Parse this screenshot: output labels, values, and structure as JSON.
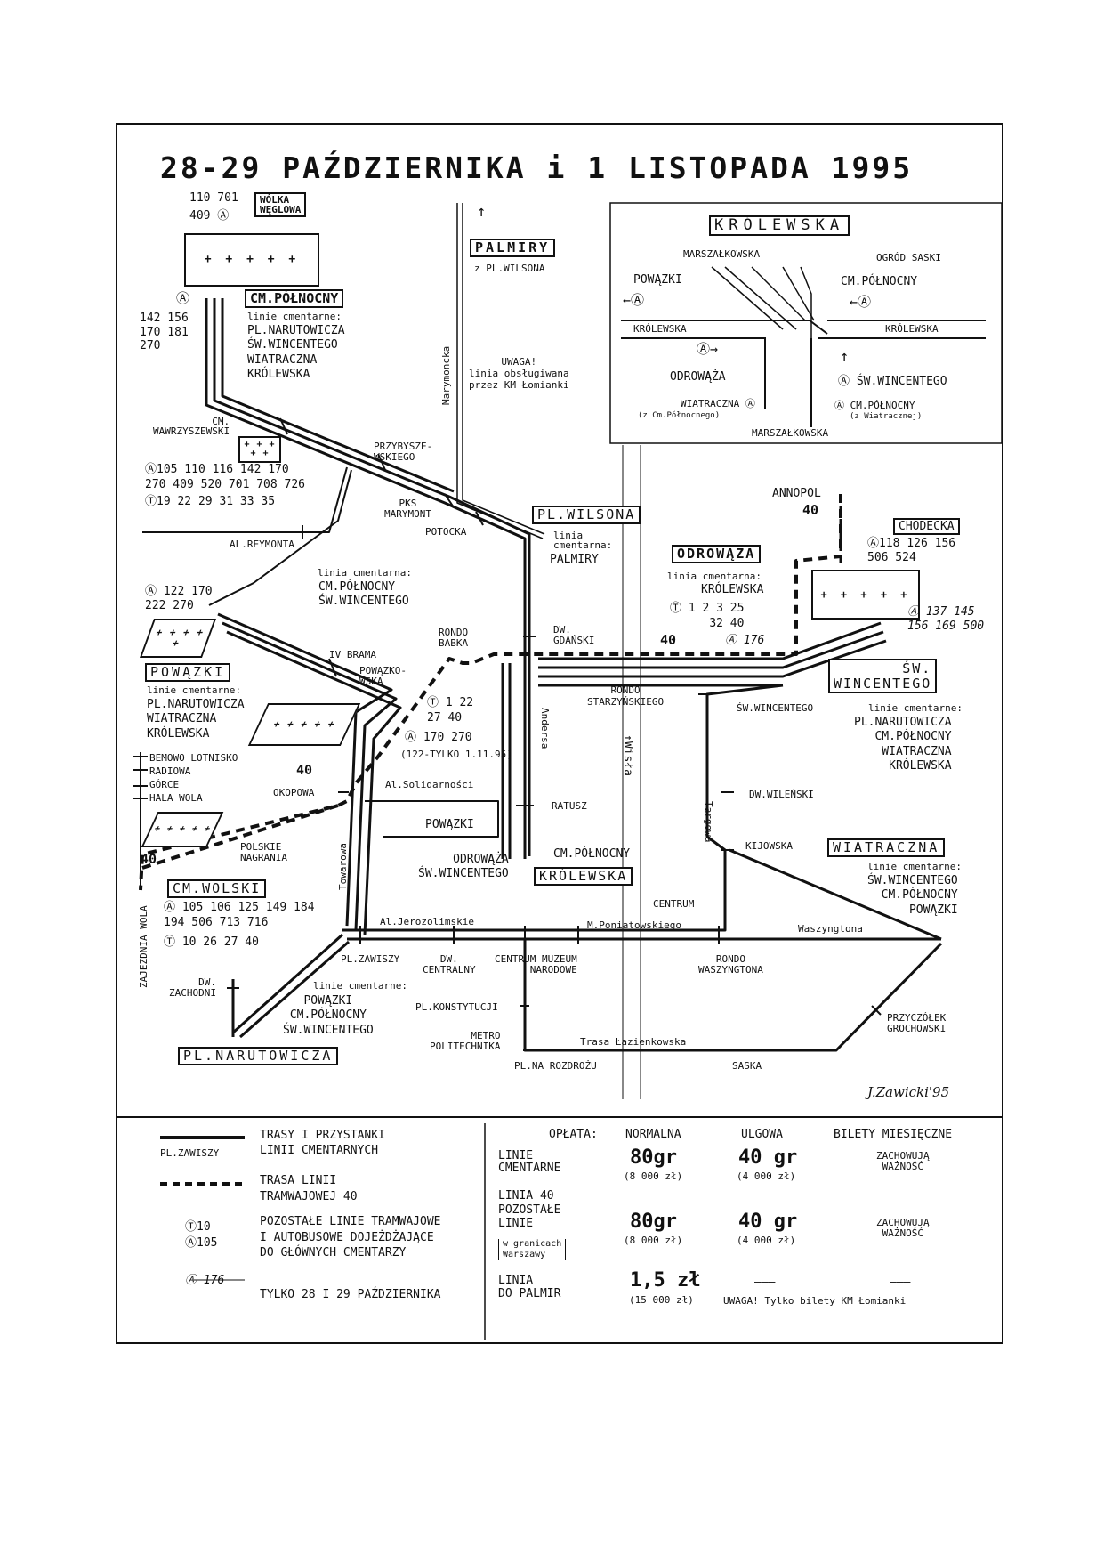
{
  "title": "28-29 PAŹDZIERNIKA i 1 LISTOPADA 1995",
  "signature": "J.Zawicki'95",
  "cemetery_symbol": "+ + + + +",
  "inset": {
    "title": "KRÓLEWSKA",
    "marszalkowska_top": "MARSZAŁKOWSKA",
    "ogrod_saski": "OGRÓD SASKI",
    "powazki": "POWĄZKI",
    "arrow_left_a": "←Ⓐ",
    "cm_polnocny": "CM.PÓŁNOCNY",
    "arrow_left_a2": "←Ⓐ",
    "krolewska_left": "KRÓLEWSKA",
    "krolewska_right": "KRÓLEWSKA",
    "a_right": "Ⓐ→",
    "odrowaza": "ODROWĄŻA",
    "up_arrow": "↑",
    "a_wincentego": "Ⓐ ŚW.WINCENTEGO",
    "wiatraczna": "WIATRACZNA Ⓐ",
    "z_cm_polnocnego": "(z Cm.Północnego)",
    "a_cm_polnocny": "Ⓐ CM.PÓŁNOCNY",
    "z_wiatracznej": "(z Wiatracznej)",
    "marszalkowska_bottom": "MARSZAŁKOWSKA"
  },
  "palmiry": {
    "name": "PALMIRY",
    "arrow": "↑",
    "from": "z PL.WILSONA"
  },
  "uwaga_lomianki": "UWAGA!\nlinia obsługiwana\nprzez KM Łomianki",
  "marymoncka": "Marymoncka",
  "wolka": {
    "name": "WÓLKA\nWĘGLOWA",
    "lines1": "110 701",
    "lines2": "409 Ⓐ"
  },
  "cm_polnocny": {
    "name": "CM.PÓŁNOCNY",
    "symbol": "Ⓐ",
    "bus_lines": "142 156\n170 181\n270",
    "cem_lines_label": "linie cmentarne:",
    "cem_lines": "PL.NARUTOWICZA\nŚW.WINCENTEGO\nWIATRACZNA\nKRÓLEWSKA"
  },
  "cm_wawrzyszewski": {
    "name": "CM.\nWAWRZYSZEWSKI",
    "bus": "Ⓐ105 110 116 142 170\n270 409 520 701 708 726",
    "tram": "Ⓣ19 22 29 31 33 35"
  },
  "przybyszewskiego": "PRZYBYSZE-\nWSKIEGO",
  "pks_marymont": "PKS\nMARYMONT",
  "potocka": "POTOCKA",
  "al_reymonta": "AL.REYMONTA",
  "pl_wilsona": {
    "name": "PL.WILSONA",
    "cem_label": "linia\ncmentarna:",
    "cem_line": "PALMIRY"
  },
  "annopol": {
    "name": "ANNOPOL",
    "line": "40"
  },
  "chodecka": {
    "name": "CHODECKA",
    "bus": "Ⓐ118 126 156\n506 524"
  },
  "odrowaza": {
    "name": "ODROWĄŻA",
    "cem_label": "linia cmentarna:",
    "cem_line": "KRÓLEWSKA",
    "tram": "Ⓣ 1 2 3 25\n32 40",
    "bus": "Ⓐ 176"
  },
  "brodnowski_bus": "Ⓐ 137 145\n156 169 500",
  "cm_polnocny_mid_label": "linia cmentarna:",
  "cm_polnocny_mid": "CM.PÓŁNOCNY\nŚW.WINCENTEGO",
  "powazki_bus": "Ⓐ 122 170\n222 270",
  "rondo_babka": "RONDO\nBABKA",
  "dw_gdanski": "DW.\nGDAŃSKI",
  "line40_a": "40",
  "line40_b": "40",
  "line40_c": "40",
  "iv_brama": "IV BRAMA",
  "powazkowska": "POWĄZKO-\nWSKA",
  "powazki": {
    "name": "POWĄZKI",
    "cem_label": "linie cmentarne:",
    "cem_lines": "PL.NARUTOWICZA\nWIATRACZNA\nKRÓLEWSKA"
  },
  "tram_22_40": "Ⓣ 1 22\n27 40",
  "bus_170_270": "Ⓐ 170 270",
  "tylko_note": "(122-TYLKO 1.11.95)",
  "anders": "Andersa",
  "rondo_starzynskiego": "RONDO\nSTARZYŃSKIEGO",
  "sw_wincentego_stop": "ŚW.WINCENTEGO",
  "sw_wincentego": {
    "name": "ŚW.\nWINCENTEGO",
    "cem_label": "linie cmentarne:",
    "cem_lines": "PL.NARUTOWICZA\nCM.PÓŁNOCNY\nWIATRACZNA\nKRÓLEWSKA"
  },
  "wisla": "↑Wisła",
  "west_stops": "BEMOWO LOTNISKO\nRADIOWA\nGÓRCE\nHALA WOLA",
  "okopowa": "OKOPOWA",
  "al_solidarnosci": "Al.Solidarności",
  "powazki_arrow": "POWĄZKI",
  "ratusz": "RATUSZ",
  "dw_wilenski": "DW.WILEŃSKI",
  "targowa": "Targowa",
  "odrowaza_wincentego": "ODROWĄŻA\nŚW.WINCENTEGO",
  "cm_polnocny_small": "CM.PÓŁNOCNY",
  "krolewska_box": "KRÓLEWSKA",
  "kijowska": "KIJOWSKA",
  "wiatraczna": {
    "name": "WIATRACZNA",
    "cem_label": "linie cmentarne:",
    "cem_lines": "ŚW.WINCENTEGO\nCM.PÓŁNOCNY\nPOWĄZKI"
  },
  "polskie_nagrania": "POLSKIE\nNAGRANIA",
  "cm_wolski": {
    "name": "CM.WOLSKI",
    "bus": "Ⓐ 105 106 125 149 184\n194 506 713 716",
    "tram": "Ⓣ 10 26 27 40"
  },
  "towarowa": "Towarowa",
  "centrum": "CENTRUM",
  "al_jerozolimskie": "Al.Jerozolimskie",
  "m_poniatowskiego": "M.Poniatowskiego",
  "waszyngtona": "Waszyngtona",
  "pl_zawiszy": "PL.ZAWISZY",
  "dw_centralny": "DW.\nCENTRALNY",
  "centrum_muzeum": "CENTRUM MUZEUM\nNARODOWE",
  "rondo_waszyngtona": "RONDO\nWASZYNGTONA",
  "zajezdnia_wola": "ZAJEZDNIA WOLA",
  "dw_zachodni": "DW.\nZACHODNI",
  "narutowicza_cem_label": "linie cmentarne:",
  "narutowicza_cem_lines": "POWĄZKI\nCM.PÓŁNOCNY\nŚW.WINCENTEGO",
  "pl_narutowicza": "PL.NARUTOWICZA",
  "pl_konstytucji": "PL.KONSTYTUCJI",
  "metro_politechnika": "METRO\nPOLITECHNIKA",
  "trasa_lazienkowska": "Trasa Łazienkowska",
  "przyczolek": "PRZYCZÓŁEK\nGROCHOWSKI",
  "pl_na_rozdrozu": "PL.NA ROZDROŻU",
  "saska": "SASKA",
  "legend": {
    "row1_stop": "PL.ZAWISZY",
    "row1_desc": "TRASY I PRZYSTANKI\nLINII CMENTARNYCH",
    "row2_desc": "TRASA LINII\nTRAMWAJOWEJ 40",
    "row3_sym": "Ⓣ10\nⒶ105",
    "row3_desc": "POZOSTAŁE LINIE TRAMWAJOWE\nI AUTOBUSOWE DOJEŻDŻAJĄCE\nDO GŁÓWNYCH CMENTARZY",
    "row4_sym": "Ⓐ 176",
    "row4_desc": "TYLKO 28 I 29 PAŹDZIERNIKA",
    "oplata": "OPŁATA:",
    "normalna": "NORMALNA",
    "ulgowa": "ULGOWA",
    "bilety": "BILETY MIESIĘCZNE",
    "r1_label": "LINIE\nCMENTARNE",
    "r1_norm": "80gr",
    "r1_norm_old": "(8 000 zł)",
    "r1_ulg": "40 gr",
    "r1_ulg_old": "(4 000 zł)",
    "r1_bil": "ZACHOWUJĄ\nWAŻNOŚĆ",
    "r2_label": "LINIA 40\nPOZOSTAŁE\nLINIE",
    "r2_sub": "w granicach\nWarszawy",
    "r2_norm": "80gr",
    "r2_norm_old": "(8 000 zł)",
    "r2_ulg": "40 gr",
    "r2_ulg_old": "(4 000 zł)",
    "r2_bil": "ZACHOWUJĄ\nWAŻNOŚĆ",
    "r3_label": "LINIA\nDO PALMIR",
    "r3_norm": "1,5 zł",
    "r3_norm_old": "(15 000 zł)",
    "r3_ulg": "———",
    "r3_bil": "———",
    "r3_note": "UWAGA! Tylko bilety KM Łomianki"
  }
}
